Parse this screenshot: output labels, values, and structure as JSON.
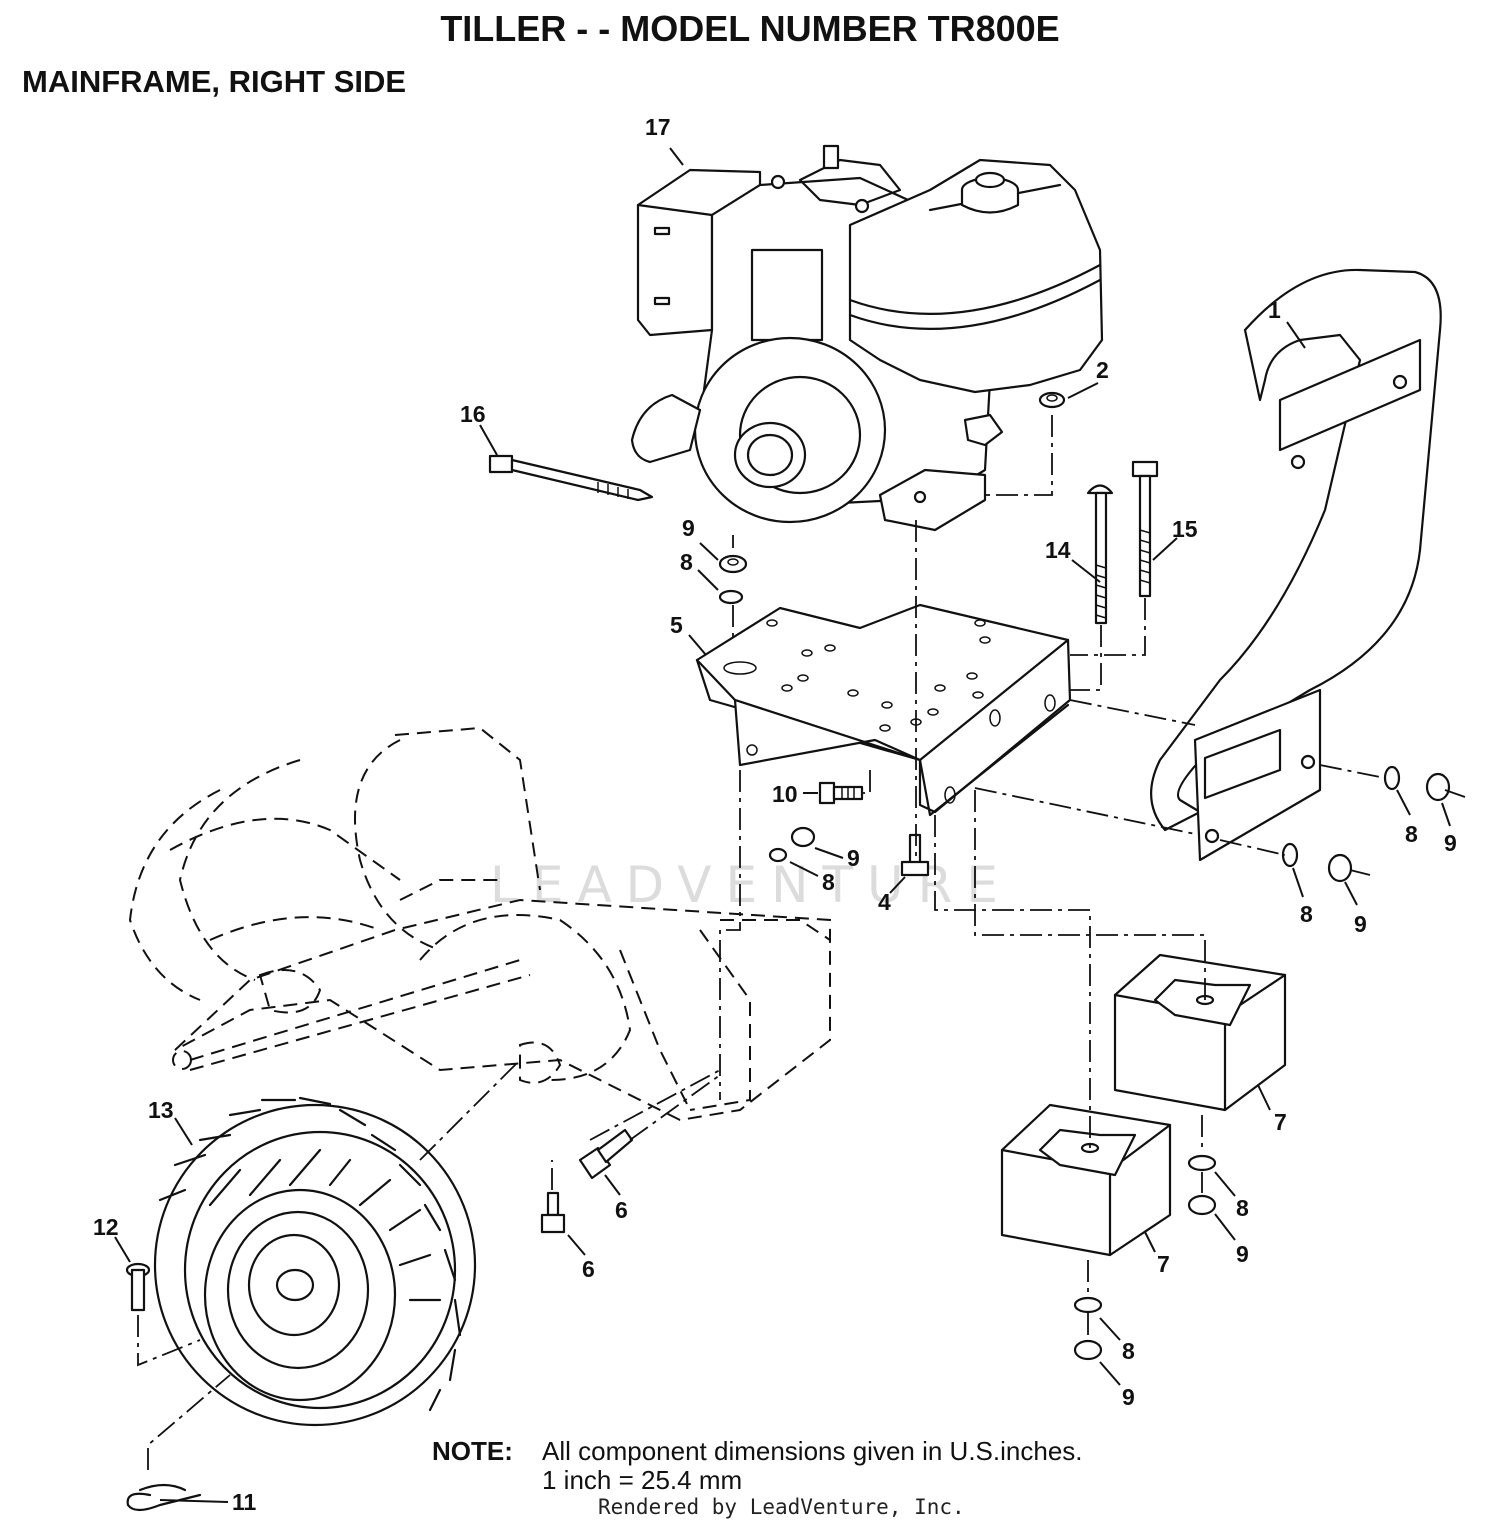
{
  "header": {
    "title": "TILLER - - MODEL NUMBER TR800E",
    "subtitle": "MAINFRAME, RIGHT SIDE"
  },
  "watermark": {
    "text": "LEADVENTURE"
  },
  "callouts": {
    "c1": "1",
    "c2": "2",
    "c4": "4",
    "c5": "5",
    "c6a": "6",
    "c6b": "6",
    "c7a": "7",
    "c7b": "7",
    "c8a": "8",
    "c8b": "8",
    "c8c": "8",
    "c8d": "8",
    "c8e": "8",
    "c8f": "8",
    "c9a": "9",
    "c9b": "9",
    "c9c": "9",
    "c9d": "9",
    "c9e": "9",
    "c9f": "9",
    "c10": "10",
    "c11": "11",
    "c12": "12",
    "c13": "13",
    "c14": "14",
    "c15": "15",
    "c16": "16",
    "c17": "17"
  },
  "note": {
    "label": "NOTE:",
    "line1": "All component dimensions given in U.S.inches.",
    "line2": "1 inch = 25.4 mm"
  },
  "footer": {
    "rendered_by": "Rendered by LeadVenture, Inc."
  }
}
